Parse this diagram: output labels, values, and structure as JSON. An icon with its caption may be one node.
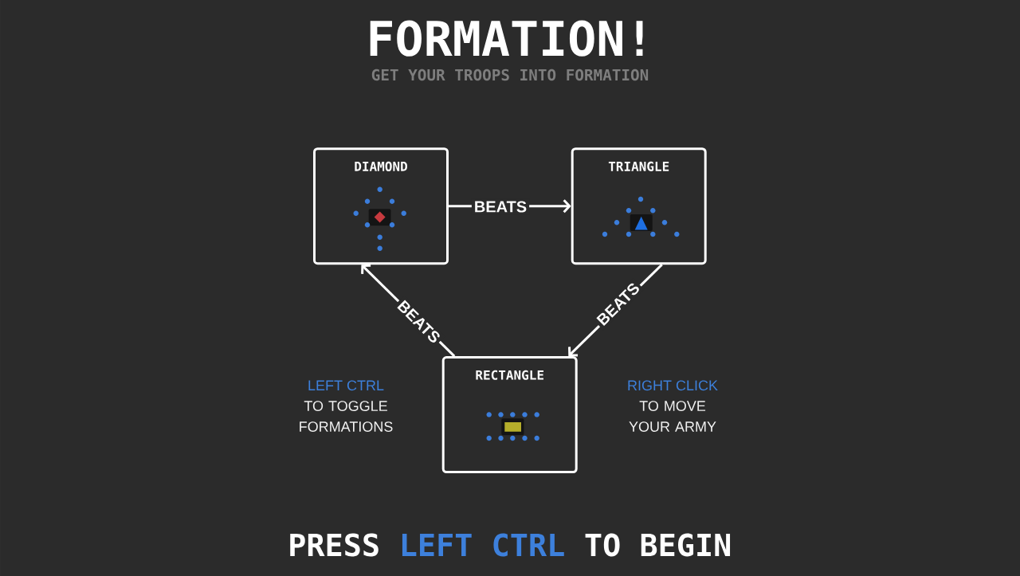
{
  "diagram": {
    "title": "FORMATION!",
    "nodes": [
      {
        "text": [
          "DIAMOND"
        ]
      },
      {
        "text": [
          "TRIANGLE"
        ]
      },
      {
        "text": [
          "RECTANGLE"
        ]
      }
    ],
    "edges": [
      {
        "from": 0,
        "to": 1,
        "arrow": "to",
        "label": "BEATS"
      },
      {
        "from": 1,
        "to": 2,
        "arrow": "to",
        "label": "BEATS"
      },
      {
        "from": 2,
        "to": 0,
        "arrow": "to",
        "label": "BEATS"
      }
    ],
    "labels": [
      "GET YOUR TROOPS INTO FORMATION",
      "LEFT CTRL",
      "TO TOGGLE FORMATIONS",
      "RIGHT CLICK",
      "TO MOVE YOUR ARMY",
      "PRESS",
      "LEFT CTRL",
      "TO BEGIN"
    ]
  }
}
